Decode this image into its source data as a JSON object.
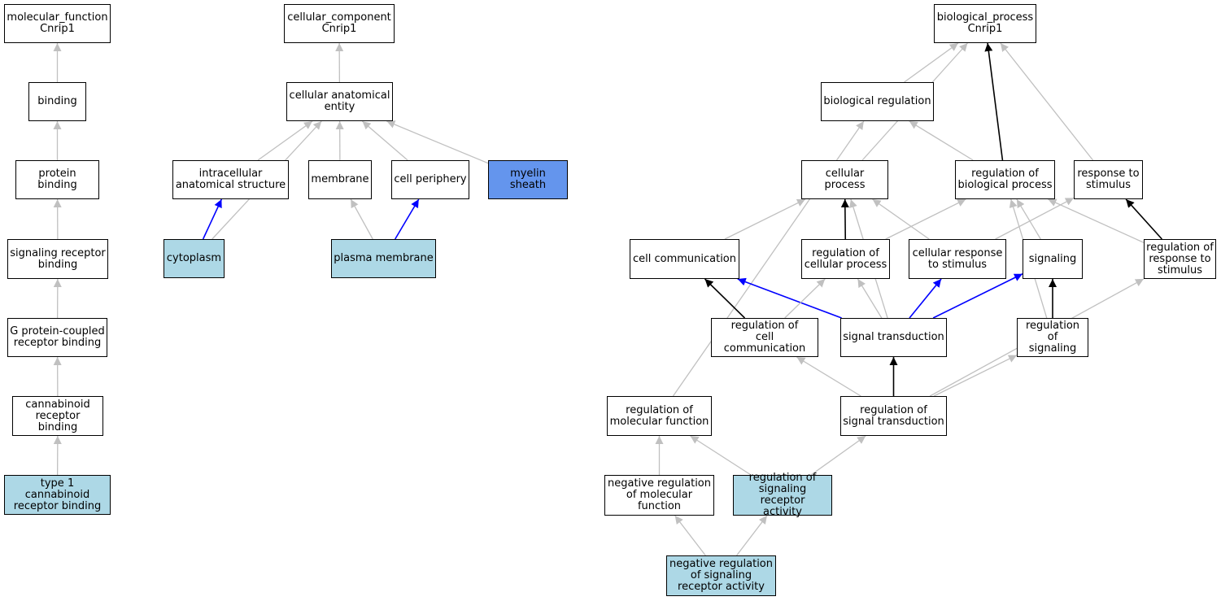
{
  "colors": {
    "edge_gray": "#c0c0c0",
    "edge_black": "#000000",
    "edge_blue": "#0000ff",
    "node_highlight": "#add8e6",
    "node_strong": "#6495ed"
  },
  "nodes": {
    "mf_root": {
      "label": "molecular_function\nCnrip1"
    },
    "binding": {
      "label": "binding"
    },
    "protein_binding": {
      "label": "protein binding"
    },
    "signaling_receptor_binding": {
      "label": "signaling receptor\nbinding"
    },
    "gpcr_binding": {
      "label": "G protein-coupled\nreceptor binding"
    },
    "cannabinoid_receptor_binding": {
      "label": "cannabinoid\nreceptor binding"
    },
    "type1_cannabinoid_receptor_binding": {
      "label": "type 1 cannabinoid\nreceptor binding"
    },
    "cc_root": {
      "label": "cellular_component\nCnrip1"
    },
    "cellular_anatomical_entity": {
      "label": "cellular anatomical\nentity"
    },
    "intracellular_anatomical_structure": {
      "label": "intracellular\nanatomical structure"
    },
    "membrane": {
      "label": "membrane"
    },
    "cell_periphery": {
      "label": "cell periphery"
    },
    "myelin_sheath": {
      "label": "myelin sheath"
    },
    "cytoplasm": {
      "label": "cytoplasm"
    },
    "plasma_membrane": {
      "label": "plasma membrane"
    },
    "bp_root": {
      "label": "biological_process\nCnrip1"
    },
    "biological_regulation": {
      "label": "biological regulation"
    },
    "cellular_process": {
      "label": "cellular process"
    },
    "regulation_of_biological_process": {
      "label": "regulation of\nbiological process"
    },
    "response_to_stimulus": {
      "label": "response to\nstimulus"
    },
    "cell_communication": {
      "label": "cell communication"
    },
    "regulation_of_cellular_process": {
      "label": "regulation of\ncellular process"
    },
    "cellular_response_to_stimulus": {
      "label": "cellular response\nto stimulus"
    },
    "signaling": {
      "label": "signaling"
    },
    "regulation_of_response_to_stimulus": {
      "label": "regulation of\nresponse to\nstimulus"
    },
    "regulation_of_cell_communication": {
      "label": "regulation of\ncell communication"
    },
    "signal_transduction": {
      "label": "signal transduction"
    },
    "regulation_of_signaling": {
      "label": "regulation of\nsignaling"
    },
    "regulation_of_molecular_function": {
      "label": "regulation of\nmolecular function"
    },
    "regulation_of_signal_transduction": {
      "label": "regulation of\nsignal transduction"
    },
    "negative_regulation_of_molecular_function": {
      "label": "negative regulation\nof molecular\nfunction"
    },
    "regulation_of_signaling_receptor_activity": {
      "label": "regulation of\nsignaling receptor\nactivity"
    },
    "negative_regulation_of_signaling_receptor_activity": {
      "label": "negative regulation\nof signaling\nreceptor activity"
    }
  },
  "edges": [
    {
      "from": "binding",
      "to": "mf_root",
      "color": "gray"
    },
    {
      "from": "protein_binding",
      "to": "binding",
      "color": "gray"
    },
    {
      "from": "signaling_receptor_binding",
      "to": "protein_binding",
      "color": "gray"
    },
    {
      "from": "gpcr_binding",
      "to": "signaling_receptor_binding",
      "color": "gray"
    },
    {
      "from": "cannabinoid_receptor_binding",
      "to": "gpcr_binding",
      "color": "gray"
    },
    {
      "from": "type1_cannabinoid_receptor_binding",
      "to": "cannabinoid_receptor_binding",
      "color": "gray"
    },
    {
      "from": "cellular_anatomical_entity",
      "to": "cc_root",
      "color": "gray"
    },
    {
      "from": "intracellular_anatomical_structure",
      "to": "cellular_anatomical_entity",
      "color": "gray"
    },
    {
      "from": "membrane",
      "to": "cellular_anatomical_entity",
      "color": "gray"
    },
    {
      "from": "cell_periphery",
      "to": "cellular_anatomical_entity",
      "color": "gray"
    },
    {
      "from": "myelin_sheath",
      "to": "cellular_anatomical_entity",
      "color": "gray"
    },
    {
      "from": "cytoplasm",
      "to": "cellular_anatomical_entity",
      "color": "gray"
    },
    {
      "from": "cytoplasm",
      "to": "intracellular_anatomical_structure",
      "color": "blue"
    },
    {
      "from": "plasma_membrane",
      "to": "membrane",
      "color": "gray"
    },
    {
      "from": "plasma_membrane",
      "to": "cell_periphery",
      "color": "blue"
    },
    {
      "from": "biological_regulation",
      "to": "bp_root",
      "color": "gray"
    },
    {
      "from": "cellular_process",
      "to": "bp_root",
      "color": "gray"
    },
    {
      "from": "regulation_of_biological_process",
      "to": "bp_root",
      "color": "black"
    },
    {
      "from": "response_to_stimulus",
      "to": "bp_root",
      "color": "gray"
    },
    {
      "from": "regulation_of_biological_process",
      "to": "biological_regulation",
      "color": "gray"
    },
    {
      "from": "regulation_of_molecular_function",
      "to": "biological_regulation",
      "color": "gray"
    },
    {
      "from": "cell_communication",
      "to": "cellular_process",
      "color": "gray"
    },
    {
      "from": "regulation_of_cellular_process",
      "to": "cellular_process",
      "color": "black"
    },
    {
      "from": "cellular_response_to_stimulus",
      "to": "cellular_process",
      "color": "gray"
    },
    {
      "from": "signal_transduction",
      "to": "cellular_process",
      "color": "gray"
    },
    {
      "from": "regulation_of_cellular_process",
      "to": "regulation_of_biological_process",
      "color": "gray"
    },
    {
      "from": "signaling",
      "to": "regulation_of_biological_process",
      "color": "gray"
    },
    {
      "from": "regulation_of_signaling",
      "to": "regulation_of_biological_process",
      "color": "gray"
    },
    {
      "from": "regulation_of_response_to_stimulus",
      "to": "regulation_of_biological_process",
      "color": "gray"
    },
    {
      "from": "cellular_response_to_stimulus",
      "to": "response_to_stimulus",
      "color": "gray"
    },
    {
      "from": "regulation_of_response_to_stimulus",
      "to": "response_to_stimulus",
      "color": "black"
    },
    {
      "from": "regulation_of_cell_communication",
      "to": "cell_communication",
      "color": "black"
    },
    {
      "from": "signal_transduction",
      "to": "cell_communication",
      "color": "blue"
    },
    {
      "from": "regulation_of_cell_communication",
      "to": "regulation_of_cellular_process",
      "color": "gray"
    },
    {
      "from": "signal_transduction",
      "to": "regulation_of_cellular_process",
      "color": "gray"
    },
    {
      "from": "signal_transduction",
      "to": "cellular_response_to_stimulus",
      "color": "blue"
    },
    {
      "from": "signal_transduction",
      "to": "signaling",
      "color": "blue"
    },
    {
      "from": "regulation_of_signaling",
      "to": "signaling",
      "color": "black"
    },
    {
      "from": "regulation_of_signal_transduction",
      "to": "regulation_of_cell_communication",
      "color": "gray"
    },
    {
      "from": "regulation_of_signal_transduction",
      "to": "signal_transduction",
      "color": "black"
    },
    {
      "from": "regulation_of_signal_transduction",
      "to": "regulation_of_signaling",
      "color": "gray"
    },
    {
      "from": "regulation_of_signal_transduction",
      "to": "regulation_of_response_to_stimulus",
      "color": "gray"
    },
    {
      "from": "negative_regulation_of_molecular_function",
      "to": "regulation_of_molecular_function",
      "color": "gray"
    },
    {
      "from": "regulation_of_signaling_receptor_activity",
      "to": "regulation_of_molecular_function",
      "color": "gray"
    },
    {
      "from": "regulation_of_signaling_receptor_activity",
      "to": "regulation_of_signal_transduction",
      "color": "gray"
    },
    {
      "from": "negative_regulation_of_signaling_receptor_activity",
      "to": "negative_regulation_of_molecular_function",
      "color": "gray"
    },
    {
      "from": "negative_regulation_of_signaling_receptor_activity",
      "to": "regulation_of_signaling_receptor_activity",
      "color": "gray"
    }
  ]
}
